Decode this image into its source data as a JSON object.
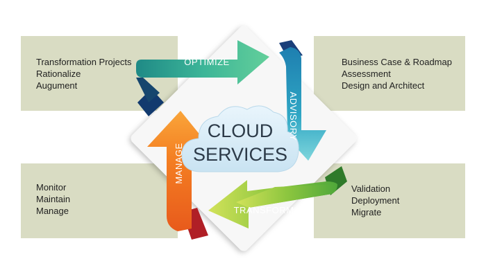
{
  "cycle": {
    "center": {
      "line1": "CLOUD",
      "line2": "SERVICES"
    },
    "stages": {
      "optimize": "OPTIMIZE",
      "advisory": "ADVISORY",
      "transform": "TRANSFORM",
      "manage": "MANAGE"
    }
  },
  "panels": {
    "top_left": [
      "Transformation Projects",
      "Rationalize",
      "Augument"
    ],
    "top_right": [
      "Business Case & Roadmap",
      "Assessment",
      "Design and Architect"
    ],
    "bottom_left": [
      "Monitor",
      "Maintain",
      "Manage"
    ],
    "bottom_right": [
      "Validation",
      "Deployment",
      "Migrate"
    ]
  },
  "colors": {
    "band": "#d9dcc3",
    "optimize": "#3fb89a",
    "advisory": "#35b3c6",
    "transform": "#8cc63f",
    "manage": "#f47b20"
  }
}
